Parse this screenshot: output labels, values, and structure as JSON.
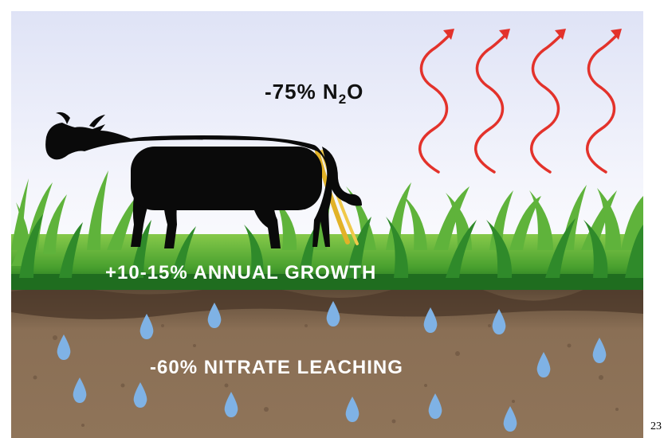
{
  "infographic": {
    "emission_label_prefix": "-75% N",
    "emission_label_subscript": "2",
    "emission_label_suffix": "O",
    "growth_label": "+10-15% ANNUAL GROWTH",
    "leaching_label": "-60% NITRATE LEACHING"
  },
  "page_number": "23",
  "colors": {
    "sky_top": "#dfe3f6",
    "sky_bottom": "#ffffff",
    "grass_dark": "#1c6f1f",
    "grass_light": "#7cc243",
    "soil_top": "#5a4634",
    "soil": "#8d7257",
    "water_drop": "#7fb2e5",
    "heat_arrow": "#e3322b",
    "cow": "#0a0a0a",
    "urine": "#e2b227"
  },
  "icons": [
    "cow-icon",
    "heat-wave-arrow-icon",
    "water-drop-icon",
    "urine-stream-icon"
  ]
}
